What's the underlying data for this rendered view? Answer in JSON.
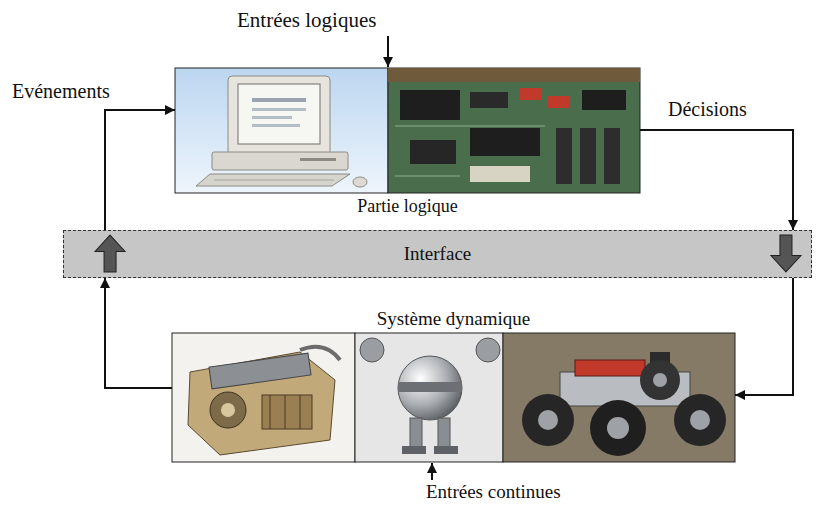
{
  "diagram": {
    "nodes": [
      {
        "text": [
          "Partie logique"
        ]
      },
      {
        "text": [
          "Interface"
        ]
      },
      {
        "text": [
          "Système dynamique"
        ]
      }
    ],
    "edges": [
      {
        "from": 0,
        "to": 1,
        "label": "Décisions",
        "arrow": "to"
      },
      {
        "from": 1,
        "to": 2,
        "arrow": "to"
      },
      {
        "from": 2,
        "to": 1,
        "arrow": "to"
      },
      {
        "from": 1,
        "to": 0,
        "label": "Evénements",
        "arrow": "to"
      }
    ],
    "labels": [
      "Entrées logiques",
      "Entrées continues"
    ]
  }
}
